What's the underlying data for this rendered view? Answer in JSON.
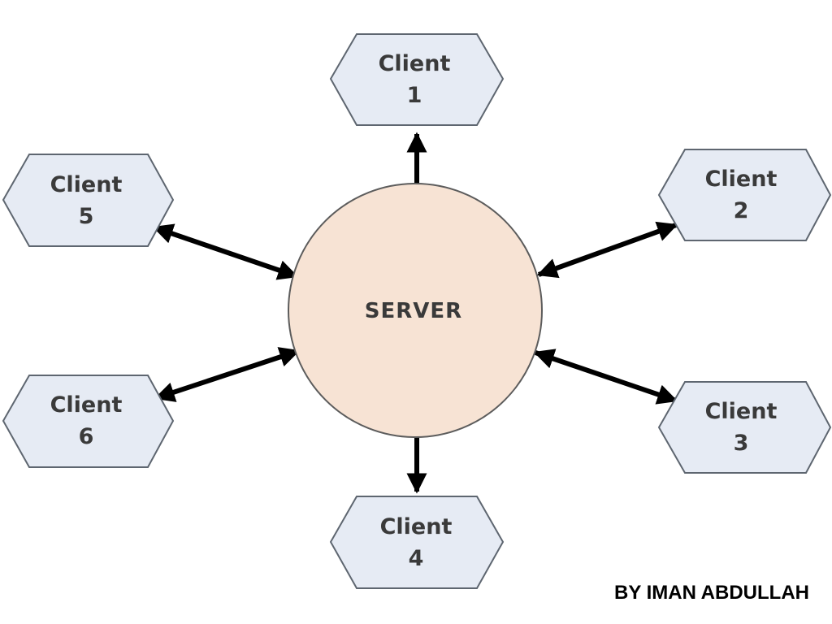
{
  "diagram": {
    "server": {
      "label": "SERVER"
    },
    "clients": [
      {
        "id": "1",
        "line1": "Client",
        "line2": "1"
      },
      {
        "id": "2",
        "line1": "Client",
        "line2": "2"
      },
      {
        "id": "3",
        "line1": "Client",
        "line2": "3"
      },
      {
        "id": "4",
        "line1": "Client",
        "line2": "4"
      },
      {
        "id": "5",
        "line1": "Client",
        "line2": "5"
      },
      {
        "id": "6",
        "line1": "Client",
        "line2": "6"
      }
    ],
    "connections": [
      "client-1",
      "client-2",
      "client-3",
      "client-4",
      "client-5",
      "client-6"
    ],
    "colors": {
      "client_fill": "#e6ebf4",
      "server_fill": "#f7e3d4",
      "arrow": "#000000"
    }
  },
  "footer": {
    "credit": "BY IMAN ABDULLAH"
  }
}
